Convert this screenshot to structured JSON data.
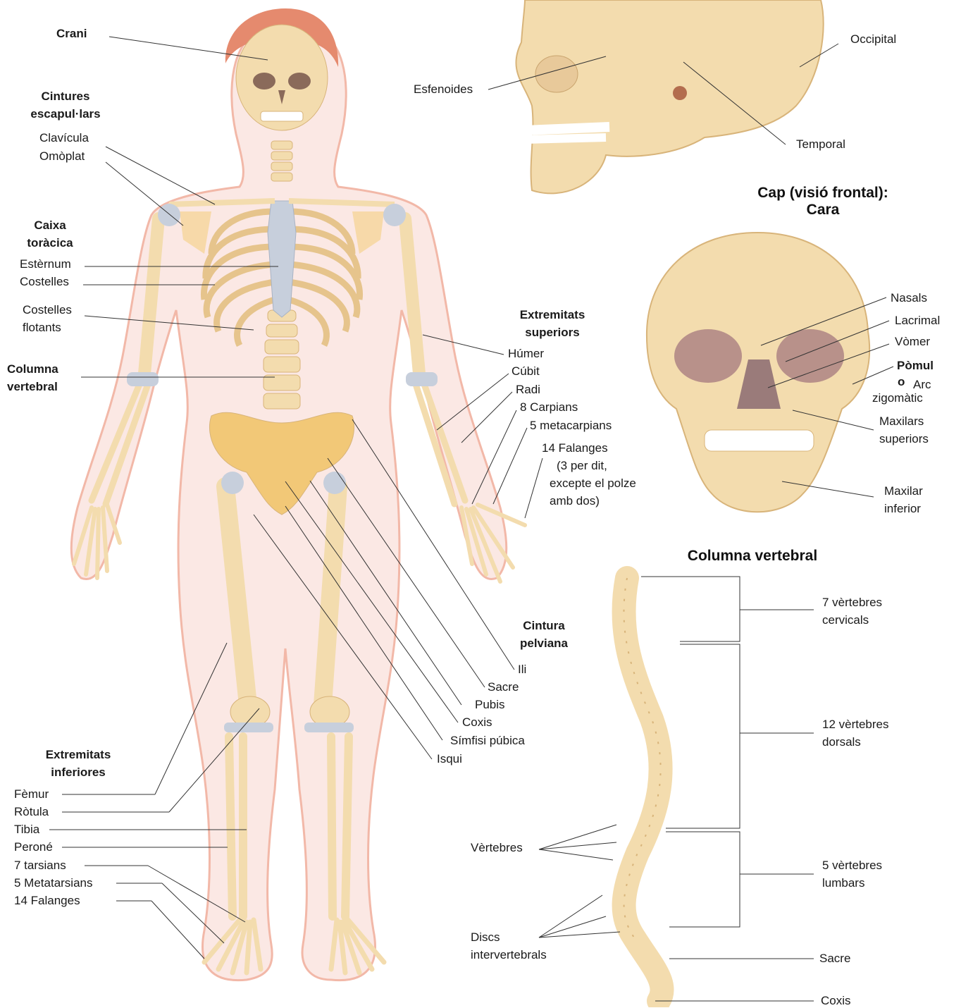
{
  "titles": {
    "head_front": "Cap (visió frontal):",
    "head_front_sub": "Cara",
    "spine": "Columna vertebral"
  },
  "skeleton_labels": {
    "crani": "Crani",
    "cintures_1": "Cintures",
    "cintures_2": "escapul·lars",
    "clavicula": "Clavícula",
    "omoplat": "Omòplat",
    "caixa_1": "Caixa",
    "caixa_2": "toràcica",
    "esternum": "Estèrnum",
    "costelles": "Costelles",
    "costelles_flot_1": "Costelles",
    "costelles_flot_2": "flotants",
    "columna_1": "Columna",
    "columna_2": "vertebral",
    "ext_sup_1": "Extremitats",
    "ext_sup_2": "superiors",
    "humer": "Húmer",
    "cubit": "Cúbit",
    "radi": "Radi",
    "carpians": "8 Carpians",
    "metacarpians": "5 metacarpians",
    "falanges_1": "14 Falanges",
    "falanges_2": "(3 per dit,",
    "falanges_3": "excepte el polze",
    "falanges_4": "amb dos)",
    "cintura_1": "Cintura",
    "cintura_2": "pelviana",
    "ili": "Ili",
    "sacre": "Sacre",
    "pubis": "Pubis",
    "coxis": "Coxis",
    "simfisi": "Símfisi púbica",
    "isqui": "Isqui",
    "ext_inf_1": "Extremitats",
    "ext_inf_2": "inferiores",
    "femur": "Fèmur",
    "rotula": "Ròtula",
    "tibia": "Tibia",
    "perone": "Peroné",
    "tarsians": "7 tarsians",
    "metatarsians": "5 Metatarsians",
    "falanges_peu": "14 Falanges"
  },
  "skull_side_labels": {
    "occipital": "Occipital",
    "esfenoides": "Esfenoides",
    "temporal": "Temporal"
  },
  "skull_front_labels": {
    "nasals": "Nasals",
    "lacrimal": "Lacrimal",
    "vomer": "Vòmer",
    "pomul_1": "Pòmul",
    "pomul_2": "o",
    "pomul_3": "Arc",
    "pomul_4": "zigomàtic",
    "max_sup_1": "Maxilars",
    "max_sup_2": "superiors",
    "max_inf_1": "Maxilar",
    "max_inf_2": "inferior"
  },
  "spine_labels": {
    "cervicals_1": "7 vèrtebres",
    "cervicals_2": "cervicals",
    "dorsals_1": "12 vèrtebres",
    "dorsals_2": "dorsals",
    "lumbars_1": "5 vèrtebres",
    "lumbars_2": "lumbars",
    "sacre": "Sacre",
    "coxis": "Coxis",
    "vertebres": "Vèrtebres",
    "discs_1": "Discs",
    "discs_2": "intervertebrals"
  },
  "colors": {
    "bone": "#f3dcae",
    "bone_dark": "#d8b47a",
    "cartilage": "#c7cfdc",
    "body_fill": "#fbe8e4",
    "body_outline": "#f2b8a8",
    "hair": "#e58a6e",
    "pelvis_orange": "#f2c877",
    "orbit": "#b8918a"
  }
}
